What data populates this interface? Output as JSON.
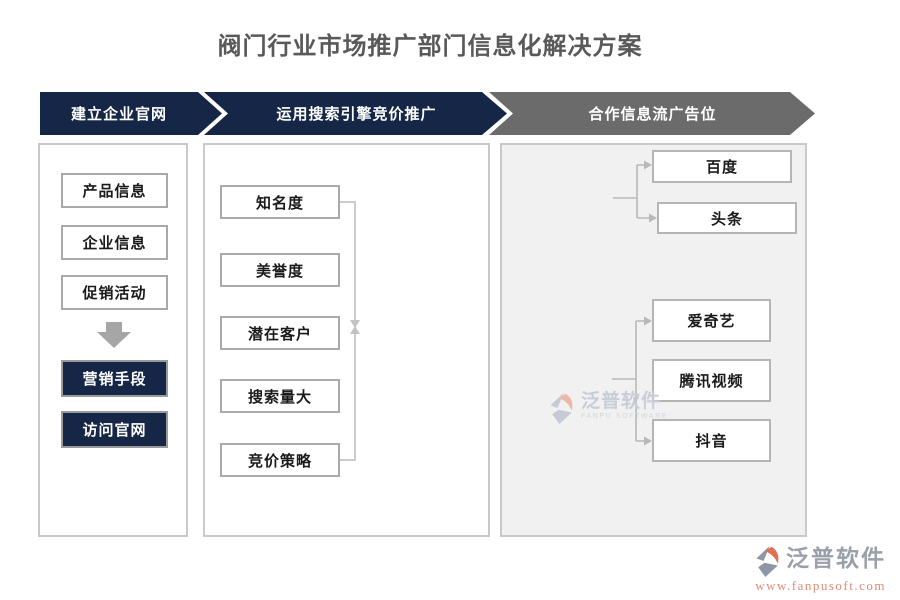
{
  "title": "阀门行业市场推广部门信息化解决方案",
  "steps": [
    {
      "label": "建立企业官网"
    },
    {
      "label": "运用搜索引擎竞价推广"
    },
    {
      "label": "合作信息流广告位"
    }
  ],
  "website_panel": {
    "boxes": [
      "产品信息",
      "企业信息",
      "促销活动"
    ],
    "highlights": [
      "营销手段",
      "访问官网"
    ]
  },
  "sem_panel": {
    "boxes": [
      "知名度",
      "美誉度",
      "潜在客户",
      "搜索量大",
      "竞价策略"
    ]
  },
  "feeds_panel": {
    "top_boxes": [
      "百度",
      "头条"
    ],
    "bottom_boxes": [
      "爱奇艺",
      "腾讯视频",
      "抖音"
    ]
  },
  "watermark": {
    "brand": "泛普软件",
    "sub": "FANPU SOFTWARE"
  },
  "footer": {
    "brand": "泛普软件",
    "url": "www.fanpusoft.com"
  },
  "colors": {
    "step_navy": "#152647",
    "step_gray": "#6b6b6b",
    "title_gray": "#595959",
    "panel_border": "#c9c9c9",
    "box_border": "#a9a9a9",
    "right_panel_bg": "#f1f1f1",
    "connector_gray": "#b9b9b9",
    "logo_orange": "#e0714e",
    "url_red": "#dd8a77"
  }
}
